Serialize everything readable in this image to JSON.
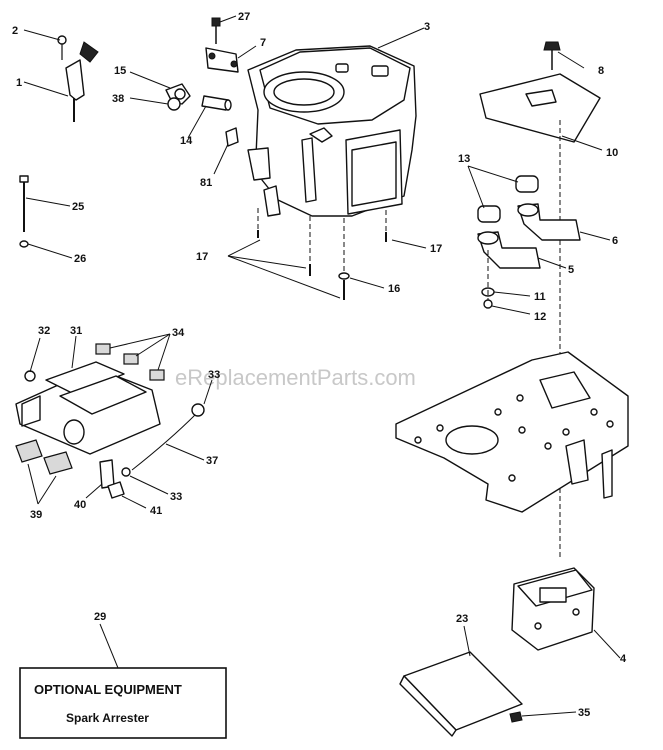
{
  "watermark": "eReplacementParts.com",
  "callouts": {
    "c1": "1",
    "c2": "2",
    "c3": "3",
    "c4": "4",
    "c5": "5",
    "c6": "6",
    "c7": "7",
    "c8": "8",
    "c10": "10",
    "c11": "11",
    "c12": "12",
    "c13": "13",
    "c14": "14",
    "c15": "15",
    "c16": "16",
    "c17a": "17",
    "c17b": "17",
    "c23": "23",
    "c25": "25",
    "c26": "26",
    "c27": "27",
    "c29": "29",
    "c31": "31",
    "c32": "32",
    "c33a": "33",
    "c33b": "33",
    "c34": "34",
    "c35": "35",
    "c37": "37",
    "c38": "38",
    "c39": "39",
    "c40": "40",
    "c41": "41",
    "c81": "81"
  },
  "optional_box": {
    "title": "OPTIONAL EQUIPMENT",
    "subtitle": "Spark Arrester"
  }
}
